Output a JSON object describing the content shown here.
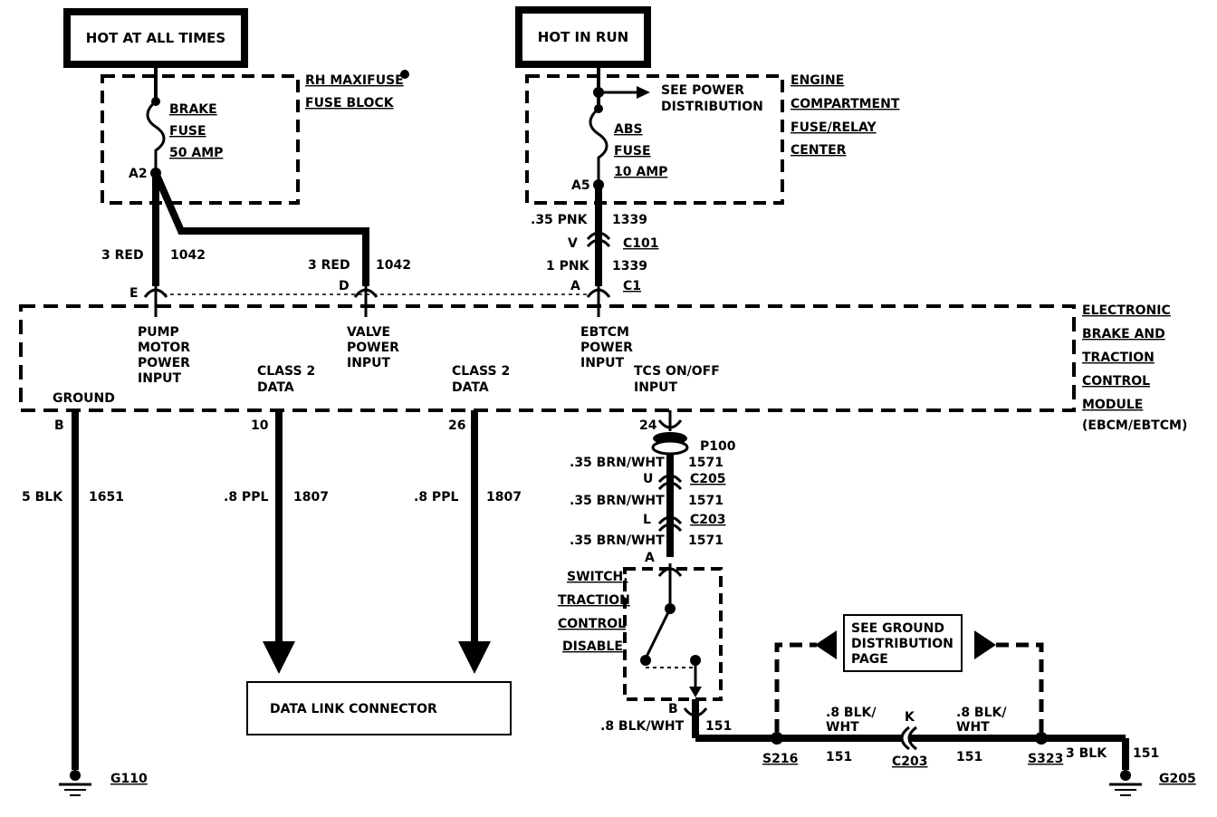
{
  "power": {
    "hot_at_all_times": "HOT AT ALL TIMES",
    "hot_in_run": "HOT IN RUN"
  },
  "rh_fuse_block": {
    "line1": "RH MAXIFUSE",
    "line2": "FUSE BLOCK",
    "fuse_line1": "BRAKE",
    "fuse_line2": "FUSE",
    "fuse_line3": "50 AMP",
    "terminal": "A2"
  },
  "engine_fuse_center": {
    "line1": "ENGINE",
    "line2": "COMPARTMENT",
    "line3": "FUSE/RELAY",
    "line4": "CENTER",
    "see_line1": "SEE POWER",
    "see_line2": "DISTRIBUTION",
    "fuse_line1": "ABS",
    "fuse_line2": "FUSE",
    "fuse_line3": "10 AMP",
    "terminal": "A5"
  },
  "wires": {
    "w1042_left_gauge": "3 RED",
    "w1042_left_circuit": "1042",
    "w1042_right_gauge": "3 RED",
    "w1042_right_circuit": "1042",
    "w1339_top_gauge": ".35 PNK",
    "w1339_top_circuit": "1339",
    "c101_pin": "V",
    "c101": "C101",
    "w1339_bot_gauge": "1 PNK",
    "w1339_bot_circuit": "1339",
    "c1_pin": "A",
    "c1": "C1",
    "w1651_gauge": "5 BLK",
    "w1651_circuit": "1651",
    "w1807a_gauge": ".8 PPL",
    "w1807a_circuit": "1807",
    "w1807b_gauge": ".8 PPL",
    "w1807b_circuit": "1807",
    "w1571a_gauge": ".35 BRN/WHT",
    "w1571a_circuit": "1571",
    "w1571b_gauge": ".35 BRN/WHT",
    "w1571b_circuit": "1571",
    "w1571c_gauge": ".35 BRN/WHT",
    "w1571c_circuit": "1571",
    "c205_pin": "U",
    "c205": "C205",
    "c203_pin": "L",
    "c203": "C203",
    "switch_pin_a": "A",
    "switch_pin_b": "B",
    "w151a_gauge": ".8 BLK/WHT",
    "w151a_circuit": "151",
    "w151b_gauge_l1": ".8 BLK/",
    "w151b_gauge_l2": "WHT",
    "w151b_circuit": "151",
    "w151c_gauge_l1": ".8 BLK/",
    "w151c_gauge_l2": "WHT",
    "w151c_circuit": "151",
    "c203k_pin": "K",
    "c203k": "C203",
    "w151d_gauge": "3 BLK",
    "w151d_circuit": "151"
  },
  "module": {
    "name_l1": "ELECTRONIC",
    "name_l2": "BRAKE AND",
    "name_l3": "TRACTION",
    "name_l4": "CONTROL",
    "name_l5": "MODULE",
    "name_l6": "(EBCM/EBTCM)",
    "pin_e": "E",
    "pin_d": "D",
    "pin_b": "B",
    "pin_10": "10",
    "pin_26": "26",
    "pin_24": "24",
    "pump_l1": "PUMP",
    "pump_l2": "MOTOR",
    "pump_l3": "POWER",
    "pump_l4": "INPUT",
    "valve_l1": "VALVE",
    "valve_l2": "POWER",
    "valve_l3": "INPUT",
    "ebtcm_l1": "EBTCM",
    "ebtcm_l2": "POWER",
    "ebtcm_l3": "INPUT",
    "ground": "GROUND",
    "class2a_l1": "CLASS 2",
    "class2a_l2": "DATA",
    "class2b_l1": "CLASS 2",
    "class2b_l2": "DATA",
    "tcs_l1": "TCS ON/OFF",
    "tcs_l2": "INPUT"
  },
  "p100": "P100",
  "dlc": "DATA LINK CONNECTOR",
  "switch": {
    "l1": "SWITCH,",
    "l2": "TRACTION",
    "l3": "CONTROL",
    "l4": "DISABLE"
  },
  "ground_dist": {
    "l1": "SEE GROUND",
    "l2": "DISTRIBUTION",
    "l3": "PAGE"
  },
  "splices": {
    "s216": "S216",
    "s323": "S323"
  },
  "grounds": {
    "g110": "G110",
    "g205": "G205"
  }
}
